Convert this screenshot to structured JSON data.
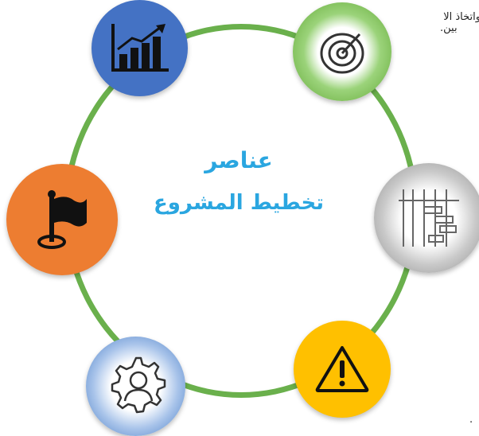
{
  "corner": {
    "top_right": "واتخاذ الا",
    "top_left": "بين.",
    "bottom_right": "."
  },
  "center": {
    "title": "عناصر",
    "subtitle": "تخطيط المشروع"
  },
  "nodes": [
    {
      "icon": "growth-chart-icon",
      "color": "#4472c4"
    },
    {
      "icon": "target-icon",
      "color": "#5da531"
    },
    {
      "icon": "gantt-chart-icon",
      "color": "#8c8c8c"
    },
    {
      "icon": "warning-icon",
      "color": "#ffc000"
    },
    {
      "icon": "team-gear-icon",
      "color": "#3f77c3"
    },
    {
      "icon": "flag-icon",
      "color": "#ed7d31"
    }
  ],
  "ring_color": "#6ab04c",
  "text_color": "#2aa6e0"
}
